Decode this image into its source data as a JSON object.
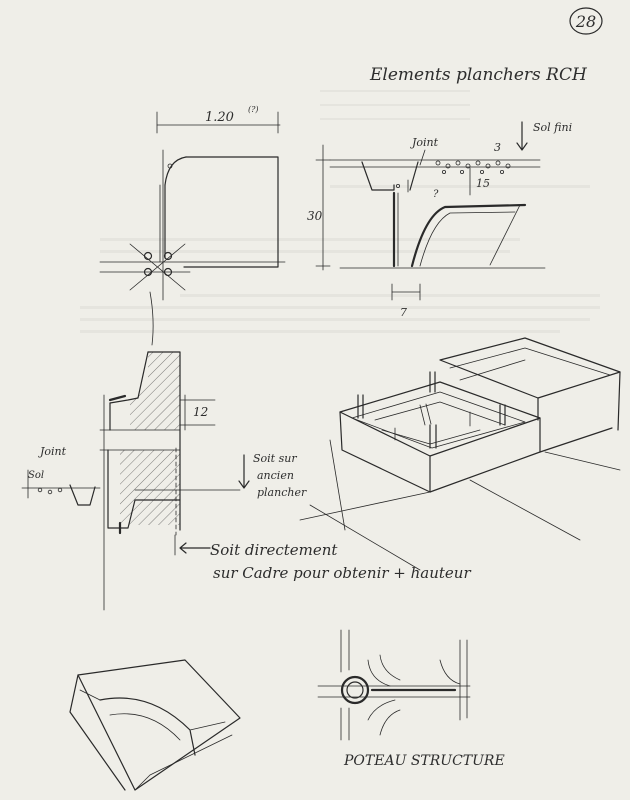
{
  "page_number": "28",
  "title": "Elements planchers RCH",
  "labels": {
    "width_dim": "1.20",
    "width_note": "(?)",
    "joint_top": "Joint",
    "sol_fini": "Sol fini",
    "dim_3": "3",
    "dim_15": "15",
    "dim_30": "30",
    "dim_7": "7",
    "dim_12": "12",
    "question": "?",
    "joint_left": "Joint",
    "sol_left": "Sol",
    "note_right_1": "Soit sur",
    "note_right_2": "ancien",
    "note_right_3": "plancher",
    "note_bottom_1": "Soit directement",
    "note_bottom_2": "sur Cadre pour obtenir + hauteur",
    "poteau": "POTEAU STRUCTURE"
  },
  "colors": {
    "paper": "#efeee8",
    "ink": "#2a2a2a"
  }
}
